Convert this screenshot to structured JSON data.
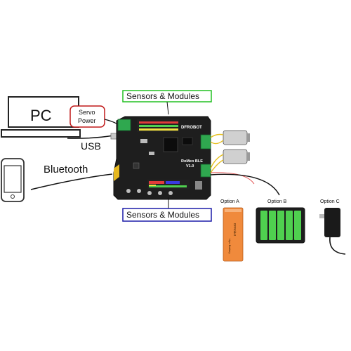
{
  "devices": {
    "pc_label": "PC",
    "usb_label": "USB",
    "bluetooth_label": "Bluetooth"
  },
  "servo_power": {
    "line1": "Servo",
    "line2": "Power"
  },
  "modules": {
    "top_label": "Sensors & Modules",
    "bottom_label": "Sensors & Modules"
  },
  "board": {
    "brand": "DFROBOT",
    "model": "RoMeo BLE",
    "version": "V1.0"
  },
  "power_options": {
    "option_a": "Option A",
    "option_b": "Option B",
    "option_c": "Option C",
    "pack_text_1": "DFRobot",
    "pack_text_2": "Lipo Battery"
  },
  "colors": {
    "top_box_border": "#22c022",
    "bottom_box_border": "#1c1ca8",
    "servo_box_border": "#c01818",
    "board_fill": "#1e1e1e",
    "terminal_green": "#2fa84f",
    "battery_orange": "#f08a3c",
    "cell_green": "#4fd04f"
  }
}
